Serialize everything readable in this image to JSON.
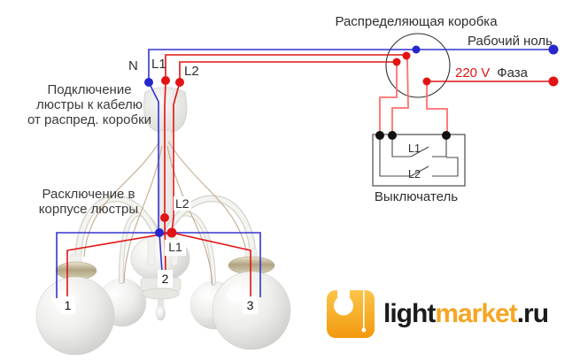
{
  "diagram": {
    "junction_box_title": "Распределяющая коробка",
    "neutral_label": "Рабочий ноль",
    "voltage_label": "220 V",
    "phase_label": "Фаза",
    "ceiling": {
      "n": "N",
      "l1": "L1",
      "l2": "L2"
    },
    "note_connection": {
      "line1": "Подключение",
      "line2": "люстры к кабелю",
      "line3": "от распред. коробки"
    },
    "note_body": {
      "line1": "Расключение в",
      "line2": "корпусе люстры"
    },
    "hub": {
      "l2": "L2",
      "l1": "L1"
    },
    "lamps": {
      "lamp1": "1",
      "lamp2": "2",
      "lamp3": "3"
    },
    "switch": {
      "title": "Выключатель",
      "gang1": "L1",
      "gang2": "L2"
    }
  },
  "logo": {
    "light": "light",
    "market": "market",
    "ru": ".ru"
  },
  "colors": {
    "neutral_wire": "#3434cf",
    "phase_wire": "#e21313",
    "switch_wire": "#ff6e6e",
    "voltage_text": "#e21313",
    "logo_orange": "#f5a623"
  }
}
